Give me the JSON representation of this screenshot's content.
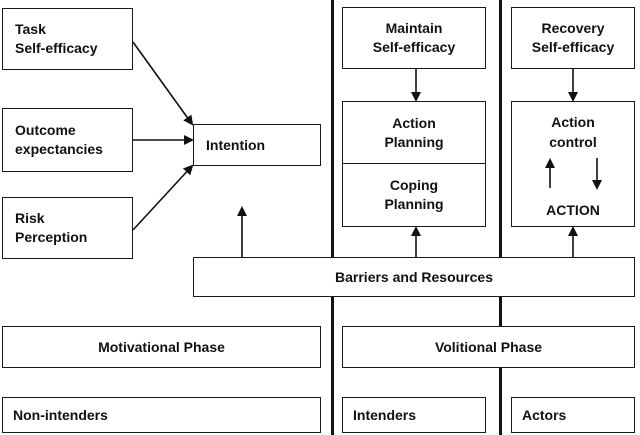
{
  "boxes": {
    "task_self_efficacy": [
      "Task",
      "Self-efficacy"
    ],
    "outcome_expectancies": [
      "Outcome",
      "expectancies"
    ],
    "risk_perception": [
      "Risk",
      "Perception"
    ],
    "intention": "Intention",
    "maintain_self_efficacy": [
      "Maintain",
      "Self-efficacy"
    ],
    "action_planning": [
      "Action",
      "Planning"
    ],
    "coping_planning": [
      "Coping",
      "Planning"
    ],
    "recovery_self_efficacy": [
      "Recovery",
      "Self-efficacy"
    ],
    "action_control": [
      "Action",
      "control"
    ],
    "action": "ACTION",
    "barriers_resources": "Barriers and Resources"
  },
  "phases": {
    "motivational": "Motivational Phase",
    "volitional": "Volitional Phase"
  },
  "groups": {
    "non_intenders": "Non-intenders",
    "intenders": "Intenders",
    "actors": "Actors"
  }
}
